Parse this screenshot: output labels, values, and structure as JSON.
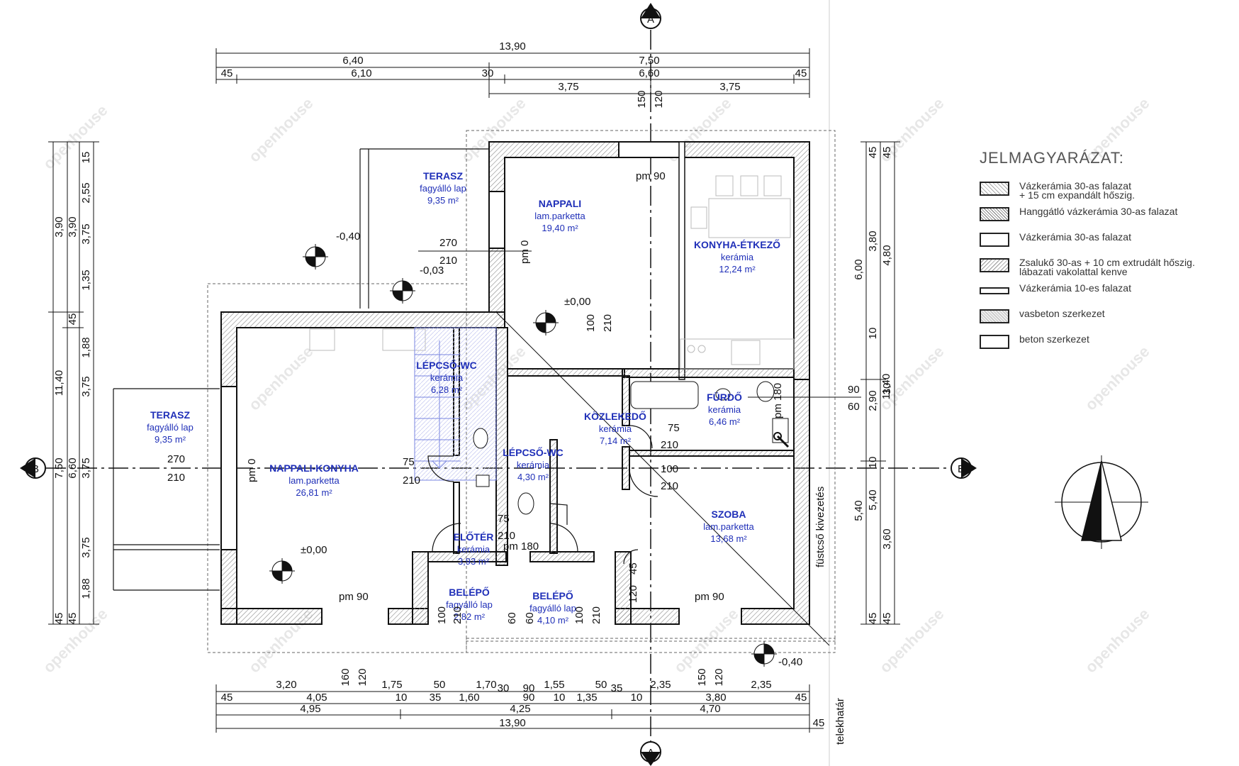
{
  "axes": {
    "a_top": "A",
    "a_bottom": "A",
    "b_left": "B",
    "b_right": "B"
  },
  "dims_top": {
    "total": "13,90",
    "left": "6,40",
    "right": "7,50",
    "s1": "45",
    "s2": "6,10",
    "s3": "30",
    "s4": "6,60",
    "s5": "45",
    "s6": "3,75",
    "s7": "3,75",
    "v1": "150",
    "v2": "120"
  },
  "dims_bottom": {
    "r1": [
      "3,20",
      "1,75",
      "50",
      "1,70",
      "30",
      "90",
      "1,55",
      "50",
      "35",
      "2,35",
      "2,35"
    ],
    "r2": [
      "45",
      "4,05",
      "10",
      "35",
      "1,60",
      "90",
      "10",
      "1,35",
      "10",
      "3,80",
      "45"
    ],
    "r3": [
      "4,95",
      "4,25",
      "4,70"
    ],
    "total": "13,90",
    "end": "45",
    "v": [
      "160",
      "120",
      "150",
      "120"
    ]
  },
  "dims_left": {
    "outer": [
      "3,90",
      "11,40"
    ],
    "mid": [
      "3,90",
      "45",
      "7,50",
      "6,60",
      "45"
    ],
    "inner": [
      "15",
      "2,55",
      "3,75",
      "1,35",
      "1,88",
      "3,75",
      "3,75",
      "3,75",
      "1,88",
      "45"
    ]
  },
  "dims_right": {
    "outer": [
      "6,00",
      "11,40",
      "5,40"
    ],
    "mid": [
      "45",
      "3,80",
      "10",
      "2,90",
      "10",
      "5,40",
      "45"
    ],
    "inner": [
      "45",
      "4,80",
      "30",
      "3,60",
      "45"
    ]
  },
  "rooms": [
    {
      "name": "TERASZ",
      "finish": "fagyálló lap",
      "area": "9,35 m²"
    },
    {
      "name": "NAPPALI",
      "finish": "lam.parketta",
      "area": "19,40 m²"
    },
    {
      "name": "KONYHA-ÉTKEZŐ",
      "finish": "kerámia",
      "area": "12,24 m²"
    },
    {
      "name": "LÉPCSŐ-WC",
      "finish": "kerámia",
      "area": "6,28 m²"
    },
    {
      "name": "KÖZLEKEDŐ",
      "finish": "kerámia",
      "area": "7,14 m²"
    },
    {
      "name": "FÜRDŐ",
      "finish": "kerámia",
      "area": "6,46 m²"
    },
    {
      "name": "TERASZ",
      "finish": "fagyálló lap",
      "area": "9,35 m²"
    },
    {
      "name": "NAPPALI-KONYHA",
      "finish": "lam.parketta",
      "area": "26,81 m²"
    },
    {
      "name": "LÉPCSŐ-WC",
      "finish": "kerámia",
      "area": "4,30 m²"
    },
    {
      "name": "SZOBA",
      "finish": "lam.parketta",
      "area": "13,68 m²"
    },
    {
      "name": "ELŐTÉR",
      "finish": "kerámia",
      "area": "3,93 m²"
    },
    {
      "name": "BELÉPŐ",
      "finish": "fagyálló lap",
      "area": "2,82 m²"
    },
    {
      "name": "BELÉPŐ",
      "finish": "fagyálló lap",
      "area": "4,10 m²"
    }
  ],
  "labels": {
    "pm90_top": "pm 90",
    "pm0_a": "pm 0",
    "pm0_b": "pm 0",
    "pm90_l": "pm 90",
    "pm90_r": "pm 90",
    "pm180_a": "pm 180",
    "pm180_b": "pm 180",
    "lvl_a": "-0,40",
    "lvl_b": "-0,03",
    "lvl_c": "±0,00",
    "lvl_d": "±0,00",
    "lvl_e": "-0,40",
    "o270a": "270",
    "o210a": "210",
    "o270b": "270",
    "o210b": "210",
    "o100a": "100",
    "o210c": "210",
    "o75a": "75",
    "o210d": "210",
    "o75b": "75",
    "o210e": "210",
    "o100b": "100",
    "o210f": "210",
    "o75c": "75",
    "o210g": "210",
    "o90": "90",
    "o60": "60",
    "o45": "45",
    "o120": "120",
    "b100a": "100",
    "b210a": "210",
    "b60a": "60",
    "b60b": "60",
    "b100b": "100",
    "b210b": "210",
    "chimney": "füstcső kivezetés",
    "plot": "telekhatár"
  },
  "legend": {
    "title": "JELMAGYARÁZAT:",
    "items": [
      {
        "text": "Vázkerámia 30-as falazat\n+ 15 cm expandált hőszig."
      },
      {
        "text": "Hanggátló vázkerámia 30-as falazat"
      },
      {
        "text": "Vázkerámia 30-as falazat"
      },
      {
        "text": "Zsalukő 30-as + 10 cm extrudált hőszig.\nlábazati vakolattal kenve"
      },
      {
        "text": "Vázkerámia 10-es falazat"
      },
      {
        "text": "vasbeton szerkezet"
      },
      {
        "text": "beton szerkezet"
      }
    ]
  },
  "watermark": "openhouse",
  "colors": {
    "line": "#111111",
    "room_text": "#1f2fb8",
    "hatch": "#888888",
    "stair": "#7a86e0"
  }
}
